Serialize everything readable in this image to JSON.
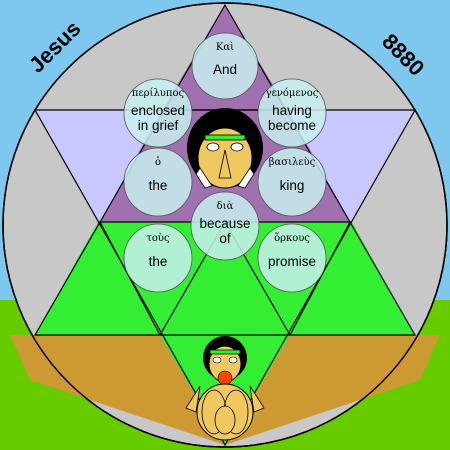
{
  "corners": {
    "left": "Jesus",
    "right": "8880"
  },
  "words": [
    {
      "id": "kai",
      "greek": "Καὶ",
      "english": [
        "And"
      ]
    },
    {
      "id": "perilypos",
      "greek": "περίλυπος",
      "english": [
        "enclosed",
        "in grief"
      ]
    },
    {
      "id": "genomenos",
      "greek": "γενόμενος",
      "english": [
        "having",
        "become"
      ]
    },
    {
      "id": "ho",
      "greek": "ὁ",
      "english": [
        "the"
      ]
    },
    {
      "id": "basileus",
      "greek": "βασιλεὺς",
      "english": [
        "king"
      ]
    },
    {
      "id": "dia",
      "greek": "διὰ",
      "english": [
        "because",
        "of"
      ]
    },
    {
      "id": "tous",
      "greek": "τοὺς",
      "english": [
        "the"
      ]
    },
    {
      "id": "horkous",
      "greek": "ὅρκους",
      "english": [
        "promise"
      ]
    }
  ],
  "colors": {
    "sky": "#7ec8f0",
    "grass": "#66cc00",
    "disc": "#c8c8c8",
    "star_top": "#a070b0",
    "star_mid": "#c8c8ff",
    "star_green": "#33ee33",
    "star_brown": "#cc9933",
    "bubble": "#c8f0f0",
    "face": "#f0c860"
  }
}
